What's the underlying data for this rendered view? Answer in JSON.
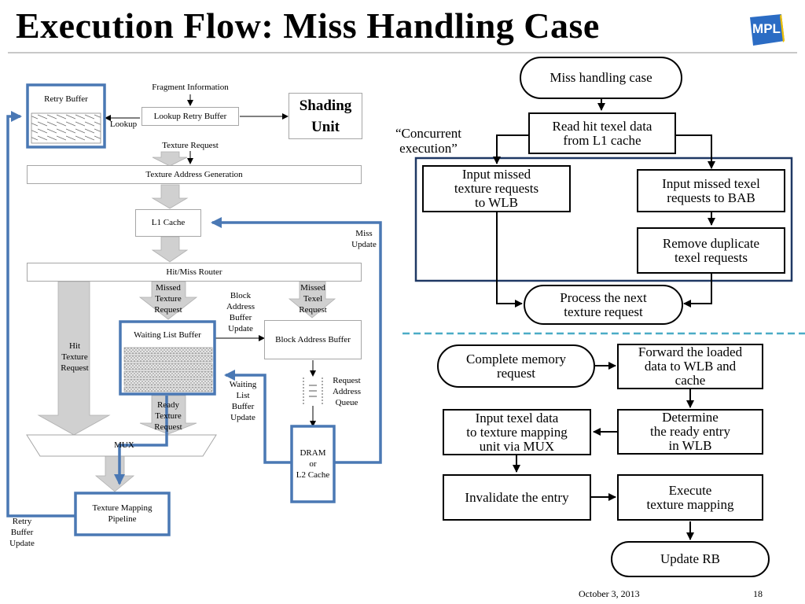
{
  "slide": {
    "title": "Execution Flow: Miss Handling Case",
    "logo_text": "MPL",
    "date": "October 3, 2013",
    "page_number": "18"
  },
  "arch": {
    "fragment_info": "Fragment Information",
    "retry_buffer": "Retry Buffer",
    "lookup_retry_buffer": "Lookup Retry Buffer",
    "lookup": "Lookup",
    "shading_unit": "Shading Unit",
    "texture_request": "Texture Request",
    "texture_address_generation": "Texture Address Generation",
    "l1_cache": "L1 Cache",
    "miss_update": "Miss\nUpdate",
    "hit_miss_router": "Hit/Miss Router",
    "missed_texture_request": "Missed\nTexture\nRequest",
    "block_address_buffer_update": "Block\nAddress\nBuffer\nUpdate",
    "missed_texel_request": "Missed\nTexel\nRequest",
    "hit_texture_request": "Hit\nTexture\nRequest",
    "waiting_list_buffer": "Waiting List Buffer",
    "block_address_buffer": "Block Address Buffer",
    "request_address_queue": "Request\nAddress\nQueue",
    "waiting_list_buffer_update": "Waiting\nList\nBuffer\nUpdate",
    "ready_texture_request": "Ready\nTexture\nRequest",
    "mux": "MUX",
    "dram_l2": "DRAM\nor\nL2 Cache",
    "texture_mapping_pipeline": "Texture Mapping\nPipeline",
    "retry_buffer_update": "Retry\nBuffer\nUpdate"
  },
  "flow": {
    "concurrent_execution": "“Concurrent\nexecution”",
    "miss_handling_case": "Miss handling case",
    "read_hit_texel": "Read hit texel data\nfrom L1 cache",
    "input_missed_texture": "Input missed\ntexture requests\nto WLB",
    "input_missed_texel": "Input missed texel\nrequests to BAB",
    "remove_duplicate": "Remove duplicate\ntexel requests",
    "process_next": "Process the next\ntexture request",
    "complete_memory": "Complete memory\nrequest",
    "forward_loaded": "Forward the loaded\ndata to WLB and\ncache",
    "input_texel_mux": "Input texel data\nto texture mapping\nunit via MUX",
    "determine_ready": "Determine\nthe ready entry\nin WLB",
    "invalidate_entry": "Invalidate the entry",
    "execute_mapping": "Execute\ntexture mapping",
    "update_rb": "Update RB"
  },
  "colors": {
    "highlight_blue": "#4a78b4",
    "group_navy": "#1f3864",
    "divider_teal": "#4bacc6",
    "big_arrow_gray": "#d0d0d0",
    "logo_blue": "#2b6cc4"
  }
}
